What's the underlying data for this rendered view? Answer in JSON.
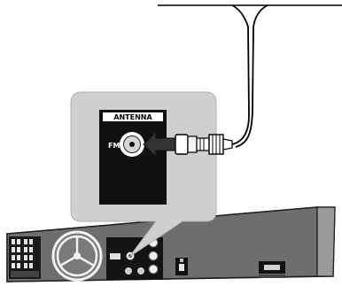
{
  "panel": {
    "title": "ANTENNA",
    "jack_label": "FM"
  },
  "colors": {
    "callout": "#cfcfcf",
    "panel": "#111111",
    "unit": "#6e6e6e"
  },
  "icons": [
    "fm-antenna-wire",
    "antenna-jack",
    "coax-plug",
    "insert-arrow-icon",
    "cooling-fan",
    "speaker-terminals"
  ]
}
